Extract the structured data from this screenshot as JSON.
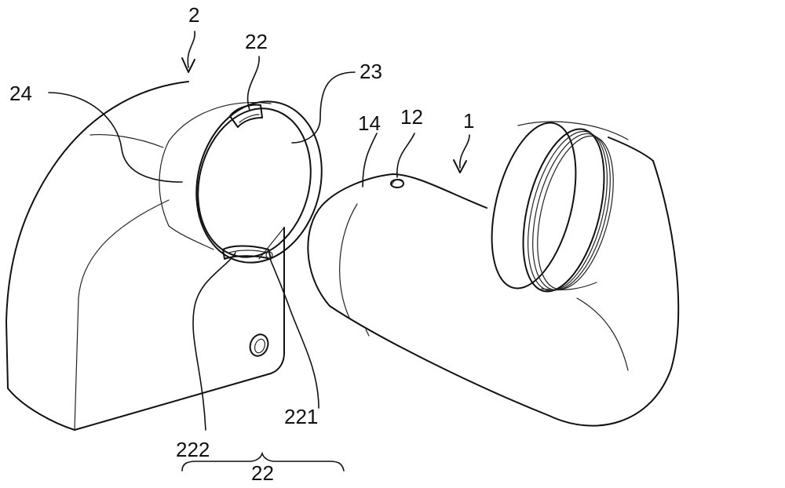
{
  "labels": {
    "housing_ref": "2",
    "pipe_ref": "1",
    "housing_side_ref": "24",
    "top_clip_ref": "22",
    "ring_ref": "23",
    "collar_ref": "14",
    "pin_ref": "12",
    "tab_ref": "222",
    "notch_ref": "221",
    "clip_group_ref": "22"
  }
}
